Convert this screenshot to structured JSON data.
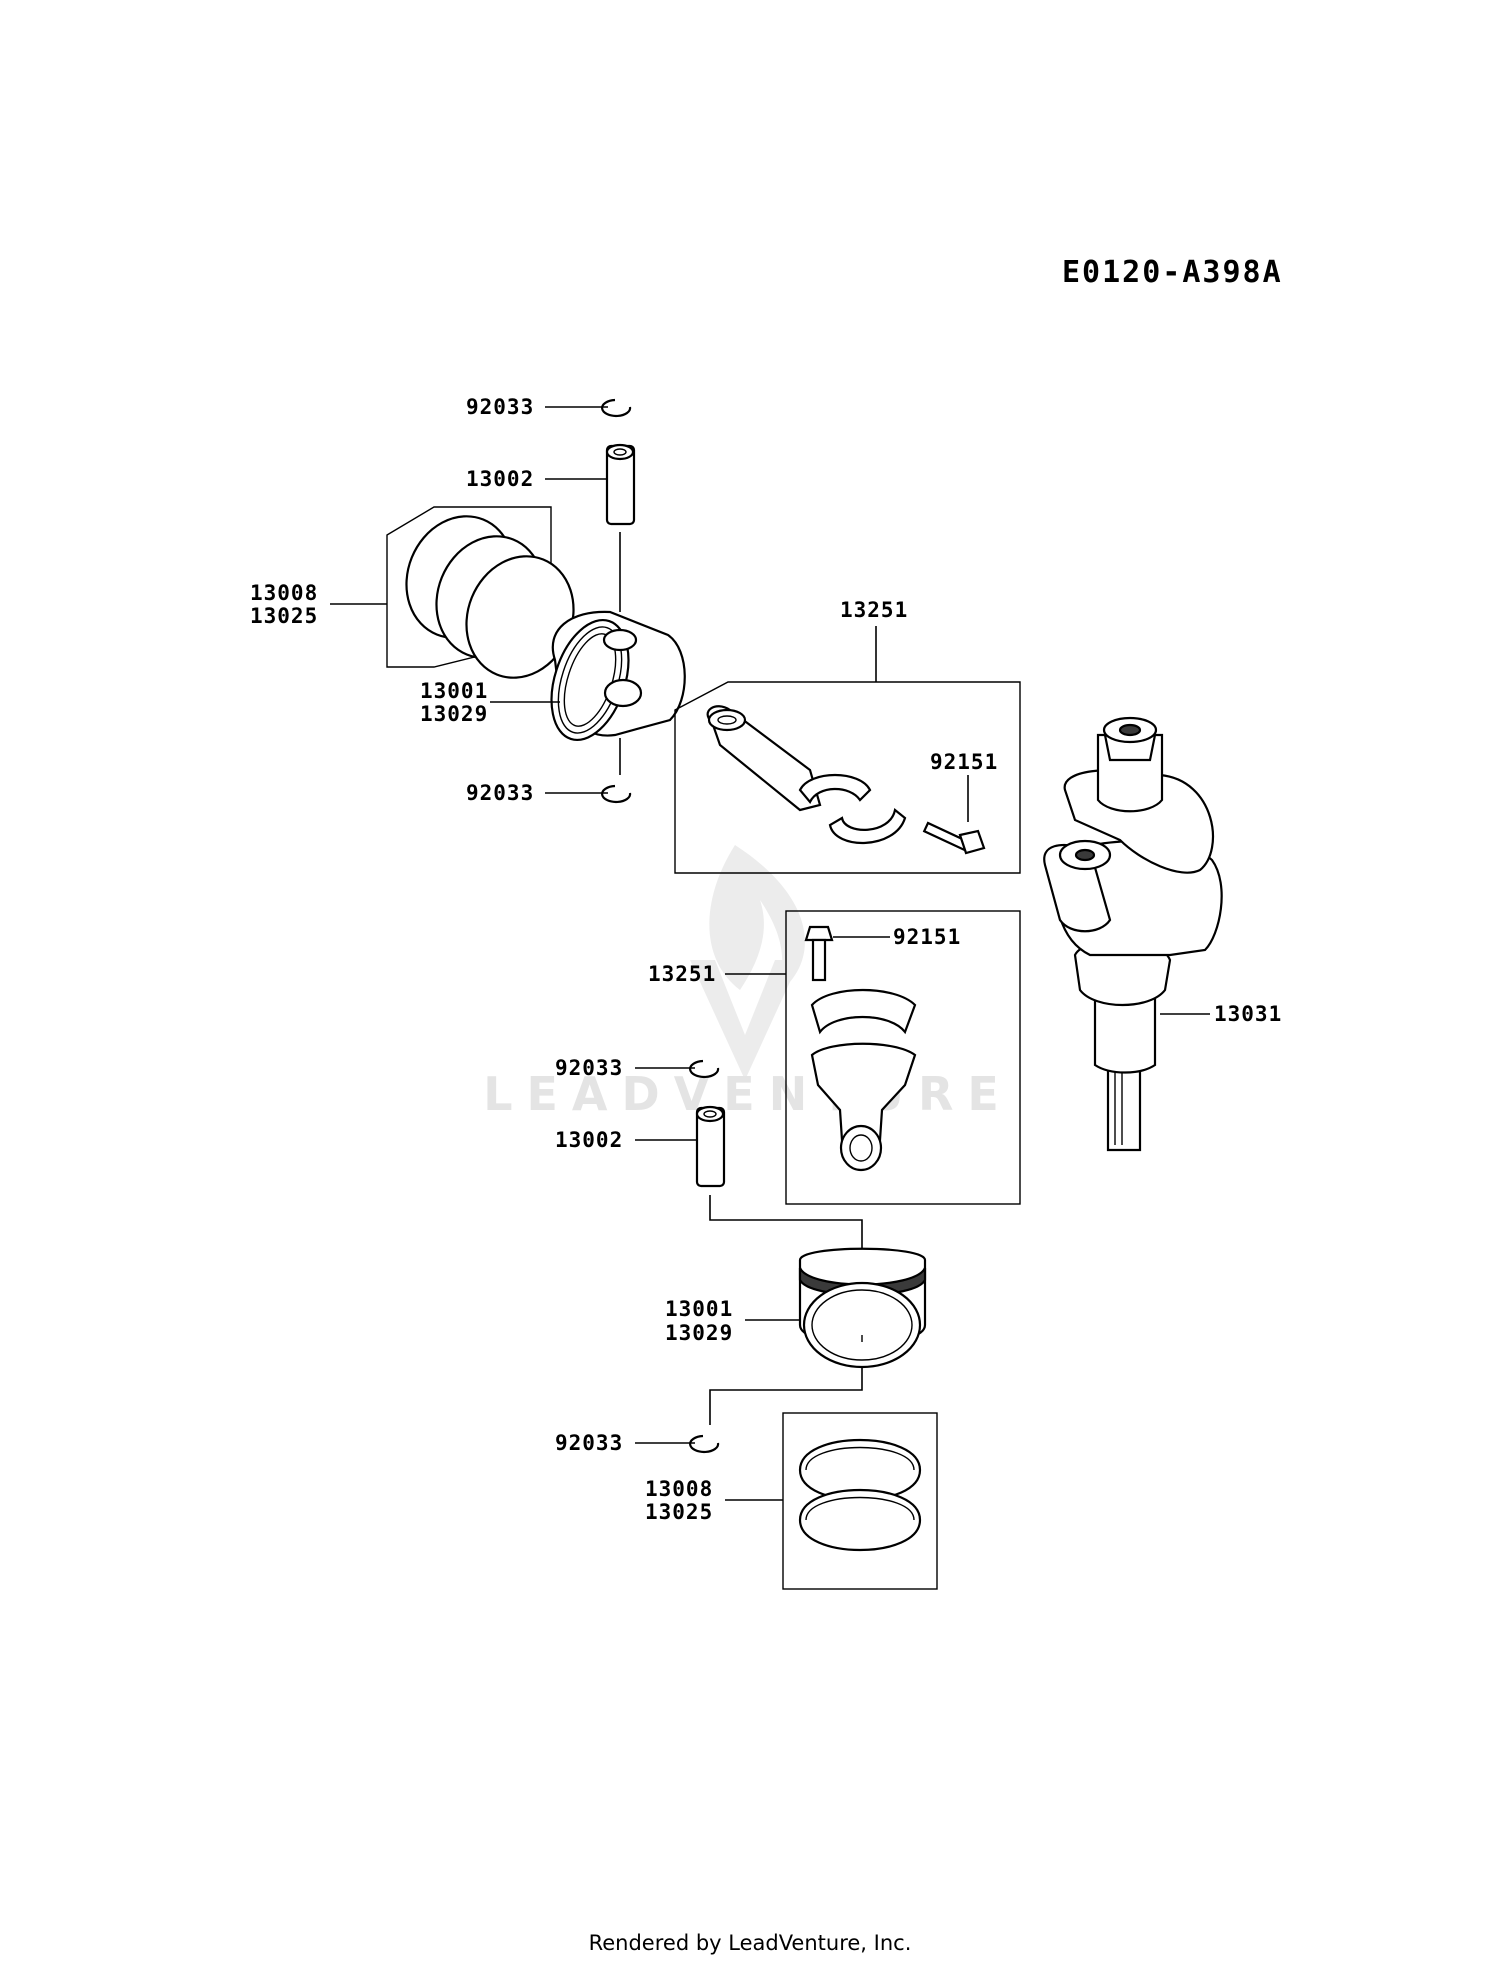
{
  "diagram_code": "E0120-A398A",
  "watermark_text": "LEADVENTURE",
  "footer_text": "Rendered by LeadVenture, Inc.",
  "callouts": {
    "clip_top_1": "92033",
    "pin_top": "13002",
    "rings_top_a": "13008",
    "rings_top_b": "13025",
    "piston_top_a": "13001",
    "piston_top_b": "13029",
    "clip_top_2": "92033",
    "conrod_top": "13251",
    "bolt_top": "92151",
    "bolt_bottom": "92151",
    "conrod_bottom": "13251",
    "crankshaft": "13031",
    "clip_bottom_1": "92033",
    "pin_bottom": "13002",
    "piston_bottom_a": "13001",
    "piston_bottom_b": "13029",
    "clip_bottom_2": "92033",
    "rings_bottom_a": "13008",
    "rings_bottom_b": "13025"
  }
}
